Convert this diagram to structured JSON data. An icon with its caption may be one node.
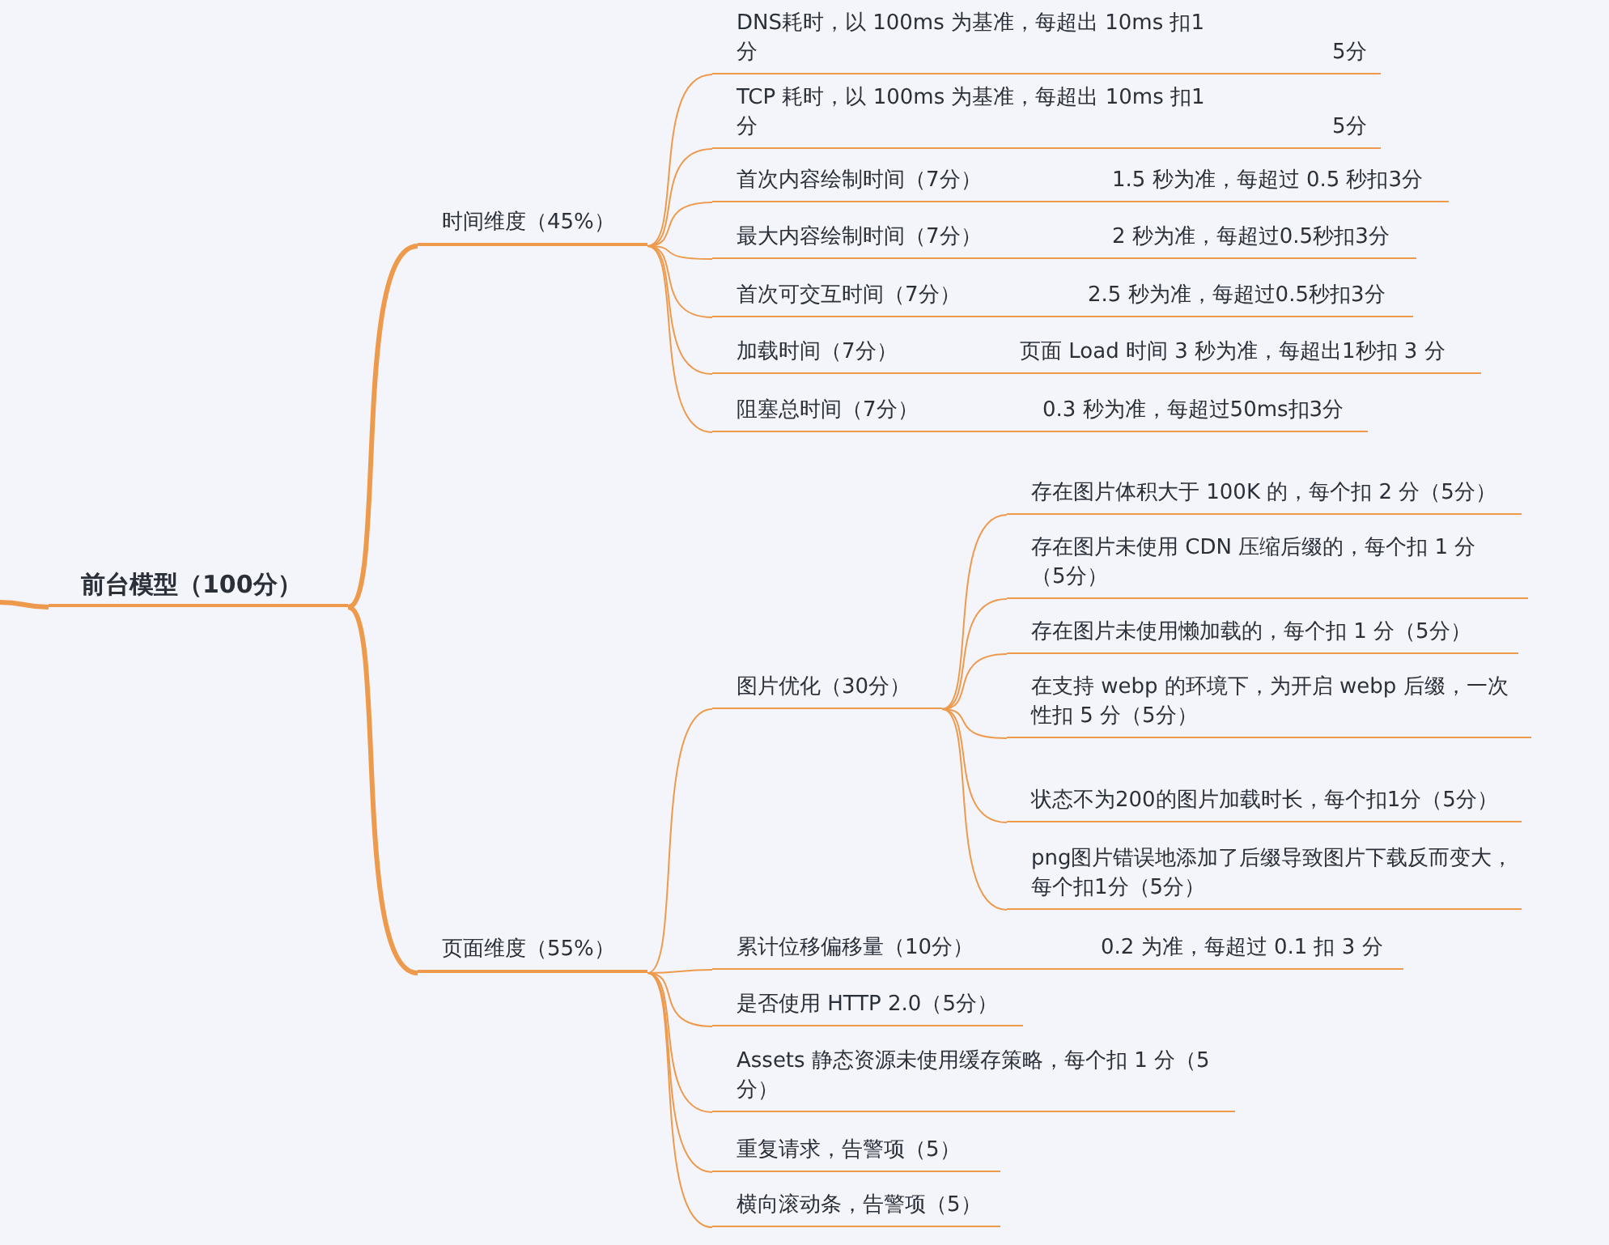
{
  "diagram": {
    "nodes": [
      {
        "text": [
          "前台模型（100分）"
        ]
      },
      {
        "text": [
          "时间维度（45%）"
        ]
      },
      {
        "text": [
          "DNS耗时，以 100ms 为基准，每超出 10ms 扣1分",
          "5分"
        ]
      },
      {
        "text": [
          "TCP 耗时，以 100ms 为基准，每超出 10ms 扣1分",
          "5分"
        ]
      },
      {
        "text": [
          "首次内容绘制时间（7分）",
          "1.5 秒为准，每超过 0.5 秒扣3分"
        ]
      },
      {
        "text": [
          "最大内容绘制时间（7分）",
          "2 秒为准，每超过0.5秒扣3分"
        ]
      },
      {
        "text": [
          "首次可交互时间（7分）",
          "2.5 秒为准，每超过0.5秒扣3分"
        ]
      },
      {
        "text": [
          "加载时间（7分）",
          "页面 Load 时间 3 秒为准，每超出1秒扣 3 分"
        ]
      },
      {
        "text": [
          "阻塞总时间（7分）",
          "0.3 秒为准，每超过50ms扣3分"
        ]
      },
      {
        "text": [
          "页面维度（55%）"
        ]
      },
      {
        "text": [
          "图片优化（30分）"
        ]
      },
      {
        "text": [
          "存在图片体积大于 100K 的，每个扣 2 分（5分）"
        ]
      },
      {
        "text": [
          "存在图片未使用 CDN 压缩后缀的，每个扣 1 分（5分）"
        ]
      },
      {
        "text": [
          "存在图片未使用懒加载的，每个扣 1 分（5分）"
        ]
      },
      {
        "text": [
          "在支持 webp 的环境下，为开启 webp 后缀，一次性扣 5 分（5分）"
        ]
      },
      {
        "text": [
          "状态不为200的图片加载时长，每个扣1分（5分）"
        ]
      },
      {
        "text": [
          "png图片错误地添加了后缀导致图片下载反而变大，每个扣1分（5分）"
        ]
      },
      {
        "text": [
          "累计位移偏移量（10分）",
          "0.2 为准，每超过 0.1 扣 3 分"
        ]
      },
      {
        "text": [
          "是否使用 HTTP 2.0（5分）"
        ]
      },
      {
        "text": [
          "Assets 静态资源未使用缓存策略，每个扣 1 分（5分）"
        ]
      },
      {
        "text": [
          "重复请求，告警项（5）"
        ]
      },
      {
        "text": [
          "横向滚动条，告警项（5）"
        ]
      }
    ],
    "edges": [
      {
        "from": null,
        "to": 0,
        "arrow": "none",
        "style": "thick"
      },
      {
        "from": 0,
        "to": 1,
        "arrow": "none",
        "style": "thick"
      },
      {
        "from": 1,
        "to": 2,
        "arrow": "none"
      },
      {
        "from": 1,
        "to": 3,
        "arrow": "none"
      },
      {
        "from": 1,
        "to": 4,
        "arrow": "none"
      },
      {
        "from": 1,
        "to": 5,
        "arrow": "none"
      },
      {
        "from": 1,
        "to": 6,
        "arrow": "none"
      },
      {
        "from": 1,
        "to": 7,
        "arrow": "none"
      },
      {
        "from": 1,
        "to": 8,
        "arrow": "none"
      },
      {
        "from": 0,
        "to": 9,
        "arrow": "none",
        "style": "thick"
      },
      {
        "from": 9,
        "to": 10,
        "arrow": "none"
      },
      {
        "from": 10,
        "to": 11,
        "arrow": "none"
      },
      {
        "from": 10,
        "to": 12,
        "arrow": "none"
      },
      {
        "from": 10,
        "to": 13,
        "arrow": "none"
      },
      {
        "from": 10,
        "to": 14,
        "arrow": "none"
      },
      {
        "from": 10,
        "to": 15,
        "arrow": "none"
      },
      {
        "from": 10,
        "to": 16,
        "arrow": "none"
      },
      {
        "from": 9,
        "to": 17,
        "arrow": "none"
      },
      {
        "from": 9,
        "to": 18,
        "arrow": "none"
      },
      {
        "from": 9,
        "to": 19,
        "arrow": "none"
      },
      {
        "from": 9,
        "to": 20,
        "arrow": "none"
      },
      {
        "from": 9,
        "to": 21,
        "arrow": "none"
      }
    ]
  }
}
